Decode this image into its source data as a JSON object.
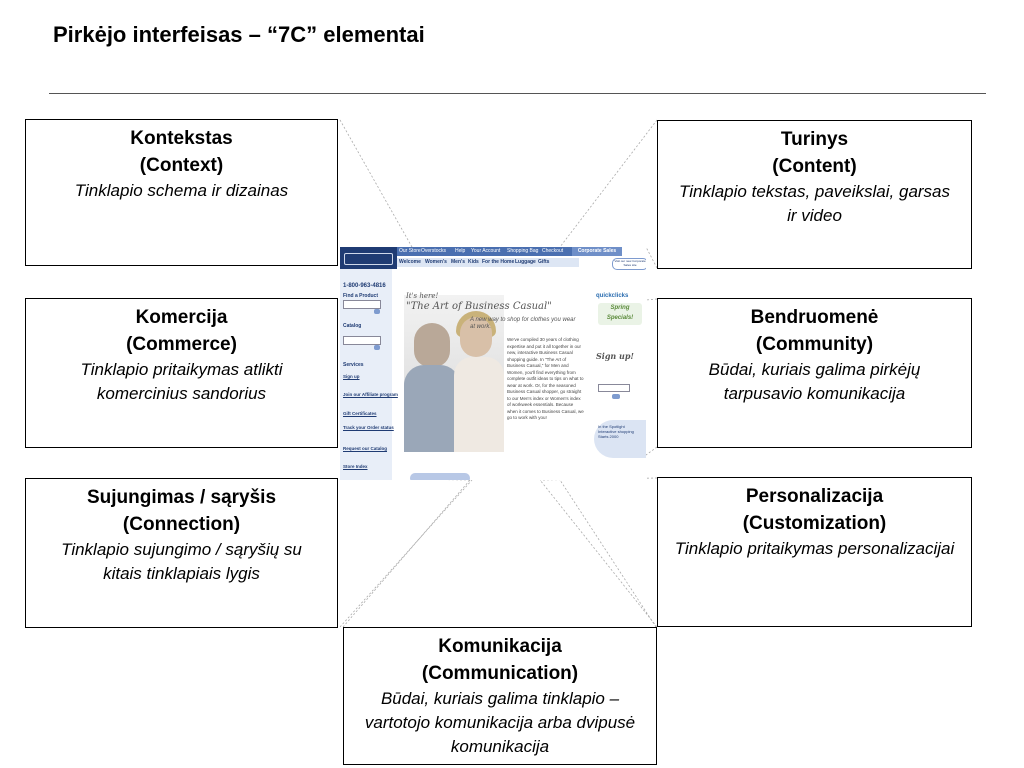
{
  "title": "Pirkėjo interfeisas – “7C” elementai",
  "boxes": {
    "context": {
      "title": "Kontekstas",
      "title_en": "(Context)",
      "desc": "Tinklapio schema ir dizainas"
    },
    "content": {
      "title": "Turinys",
      "title_en": "(Content)",
      "desc": "Tinklapio tekstas, paveikslai, garsas ir video"
    },
    "commerce": {
      "title": "Komercija",
      "title_en": "(Commerce)",
      "desc": "Tinklapio pritaikymas atlikti komercinius sandorius"
    },
    "community": {
      "title": "Bendruomenė",
      "title_en": "(Community)",
      "desc": "Būdai, kuriais galima pirkėjų tarpusavio komunikacija"
    },
    "connection": {
      "title": "Sujungimas / sąryšis",
      "title_en": "(Connection)",
      "desc": "Tinklapio sujungimo / sąryšių su kitais tinklapiais lygis"
    },
    "customization": {
      "title": "Personalizacija",
      "title_en": "(Customization)",
      "desc": "Tinklapio pritaikymas personalizacijai"
    },
    "communication": {
      "title": "Komunikacija",
      "title_en": "(Communication)",
      "desc": "Būdai, kuriais galima tinklapio – vartotojo komunikacija arba dvipusė komunikacija"
    }
  },
  "site": {
    "top_nav": [
      "Our Store",
      "Overstocks",
      "Help",
      "Your Account",
      "Shopping Bag",
      "Checkout"
    ],
    "corporate": "Corporate Sales",
    "sub_nav": [
      "Welcome",
      "Women's",
      "Men's",
      "Kids",
      "For the Home",
      "Luggage",
      "Gifts"
    ],
    "visit": "Visit our new Corporate Sales site",
    "phone": "1-800-963-4816",
    "sidebar": [
      "Find a Product",
      "Catalog",
      "Services",
      "Sign up",
      "Join our Affiliate program",
      "Gift Certificates",
      "Track your Order status",
      "Request our Catalog",
      "Store Index"
    ],
    "hero_head": "\"The Art of Business Casual\"",
    "hero_tag": "It's here!",
    "hero_sub": "A new way to shop for clothes you wear at work.",
    "body": "We've compiled 30 years of clothing expertise and put it all together in our new, interactive Business Casual shopping guide. In \"The Art of Business Casual,\" for Men and Women, you'll find everything from complete outfit ideas to tips on what to wear at work. Or, for the seasoned Business Casual shopper, go straight to our Men's index or Women's index of workweek essentials. Because when it comes to Business Casual, we go to work with you!",
    "quickclicks": "quickclicks",
    "spring": "Spring Specials!",
    "signup": "Sign up!",
    "spotlight": "In the Spotlight Interactive shopping Starts 2000"
  }
}
